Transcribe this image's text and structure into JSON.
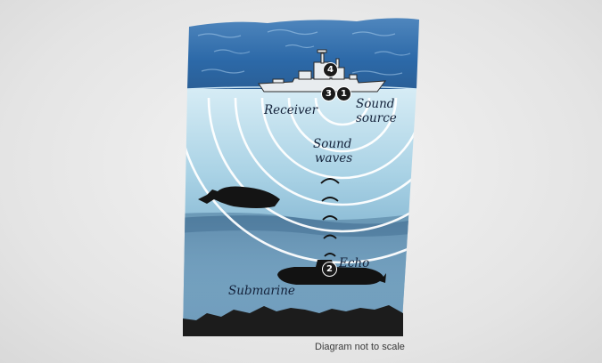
{
  "labels": {
    "receiver": "Receiver",
    "sound_source_line1": "Sound",
    "sound_source_line2": "source",
    "sound_waves_line1": "Sound",
    "sound_waves_line2": "waves",
    "echo": "Echo",
    "submarine": "Submarine"
  },
  "badges": {
    "source": "1",
    "echo": "2",
    "receiver": "3",
    "ship": "4"
  },
  "caption": "Diagram not to scale",
  "colors": {
    "background": "#e6e6e6",
    "water_surface": "#2c69a8",
    "water_light": "#b5d9ea",
    "water_deep": "#4b7a9e",
    "seafloor": "#1c1c1c",
    "wave_rings": "#ffffff",
    "silhouettes": "#1a1a1a"
  }
}
